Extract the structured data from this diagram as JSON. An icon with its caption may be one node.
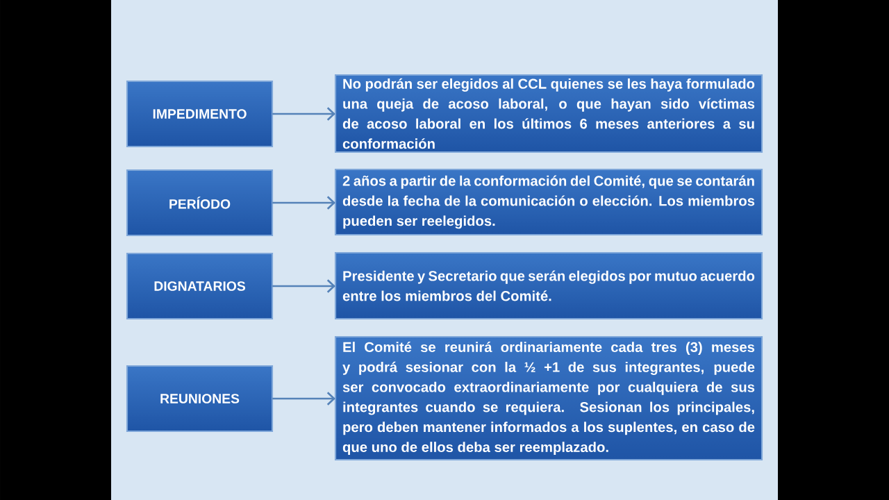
{
  "diagram": {
    "nodes": [
      {
        "text": [
          "IMPEDIMENTO"
        ]
      },
      {
        "text": [
          "No podrán ser elegidos al CCL quienes se les haya formulado una queja de acoso laboral, o que hayan sido víctimas de acoso laboral en los últimos 6 meses anteriores a su conformación"
        ]
      },
      {
        "text": [
          "PERÍODO"
        ]
      },
      {
        "text": [
          "2 años a partir de la conformación del Comité, que se contarán desde la fecha de la comunicación o elección. Los miembros pueden ser reelegidos."
        ]
      },
      {
        "text": [
          "DIGNATARIOS"
        ]
      },
      {
        "text": [
          "Presidente y Secretario que serán elegidos por mutuo acuerdo entre los miembros del Comité."
        ]
      },
      {
        "text": [
          "REUNIONES"
        ]
      },
      {
        "text": [
          "El Comité se reunirá ordinariamente cada tres (3) meses y podrá sesionar con la ½ +1 de sus integrantes, puede ser convocado extraordinariamente por cualquiera de sus integrantes cuando se requiera. Sesionan los principales, pero deben mantener informados a los suplentes, en caso de que uno de ellos deba ser reemplazado."
        ]
      }
    ],
    "edges": [
      {
        "from": 0,
        "to": 1,
        "arrow": "to"
      },
      {
        "from": 2,
        "to": 3,
        "arrow": "to"
      },
      {
        "from": 4,
        "to": 5,
        "arrow": "to"
      },
      {
        "from": 6,
        "to": 7,
        "arrow": "to"
      }
    ]
  }
}
